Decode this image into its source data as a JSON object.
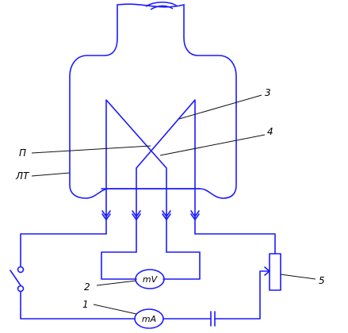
{
  "labels": {
    "p": "П",
    "lt": "ЛТ",
    "n1": "1",
    "n2": "2",
    "n3": "3",
    "n4": "4",
    "n5": "5"
  },
  "meters": {
    "millivoltmeter": "mV",
    "milliammeter": "mA"
  },
  "colors": {
    "circuit": "#1a1aff",
    "leader_lines": "#111111",
    "text": "#000000"
  }
}
